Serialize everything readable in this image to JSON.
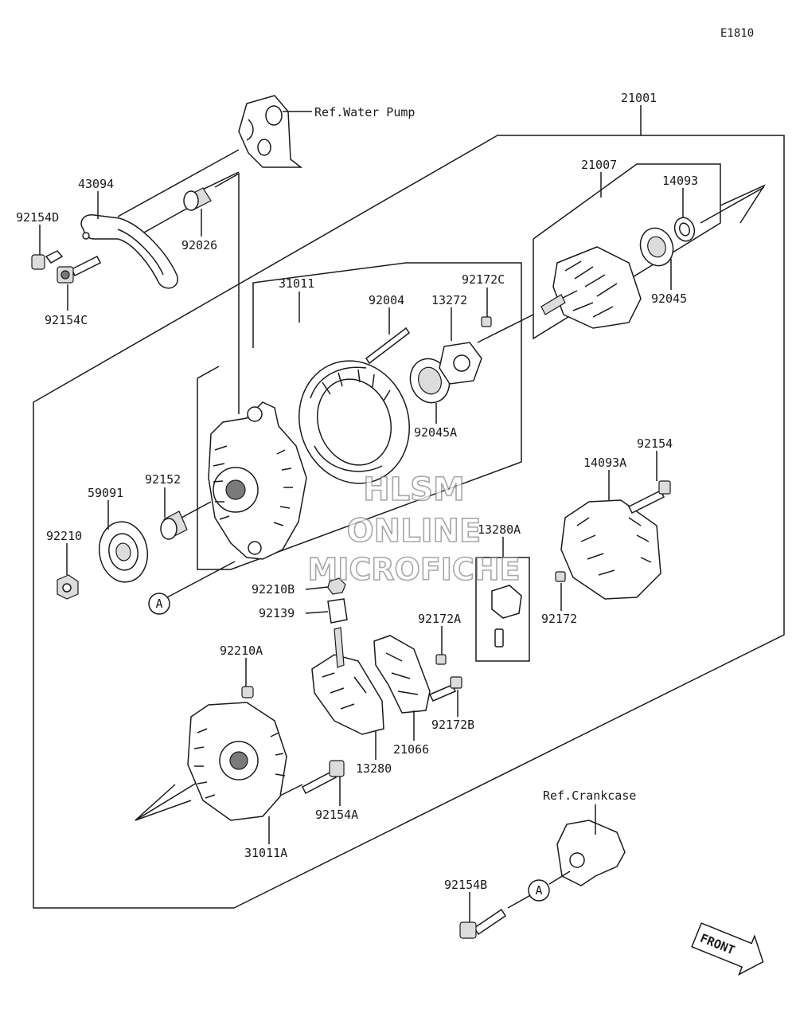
{
  "diagram_code": "E1810",
  "watermark": {
    "line1": "HLSM",
    "line2": "ONLINE",
    "line3": "MICROFICHE"
  },
  "refs": {
    "water_pump": "Ref.Water Pump",
    "crankcase": "Ref.Crankcase"
  },
  "front_label": "FRONT",
  "callout": "A",
  "parts": {
    "p21001": "21001",
    "p21007": "21007",
    "p14093": "14093",
    "p92045": "92045",
    "p43094": "43094",
    "p92154D": "92154D",
    "p92026": "92026",
    "p92154C": "92154C",
    "p31011": "31011",
    "p92004": "92004",
    "p13272": "13272",
    "p92172C": "92172C",
    "p92045A": "92045A",
    "p92152": "92152",
    "p59091": "59091",
    "p92210": "92210",
    "p92154": "92154",
    "p14093A": "14093A",
    "p13280A": "13280A",
    "p92172": "92172",
    "p92210B": "92210B",
    "p92139": "92139",
    "p92172A": "92172A",
    "p92210A": "92210A",
    "p92172B": "92172B",
    "p21066": "21066",
    "p13280": "13280",
    "p92154A": "92154A",
    "p31011A": "31011A",
    "p92154B": "92154B"
  }
}
